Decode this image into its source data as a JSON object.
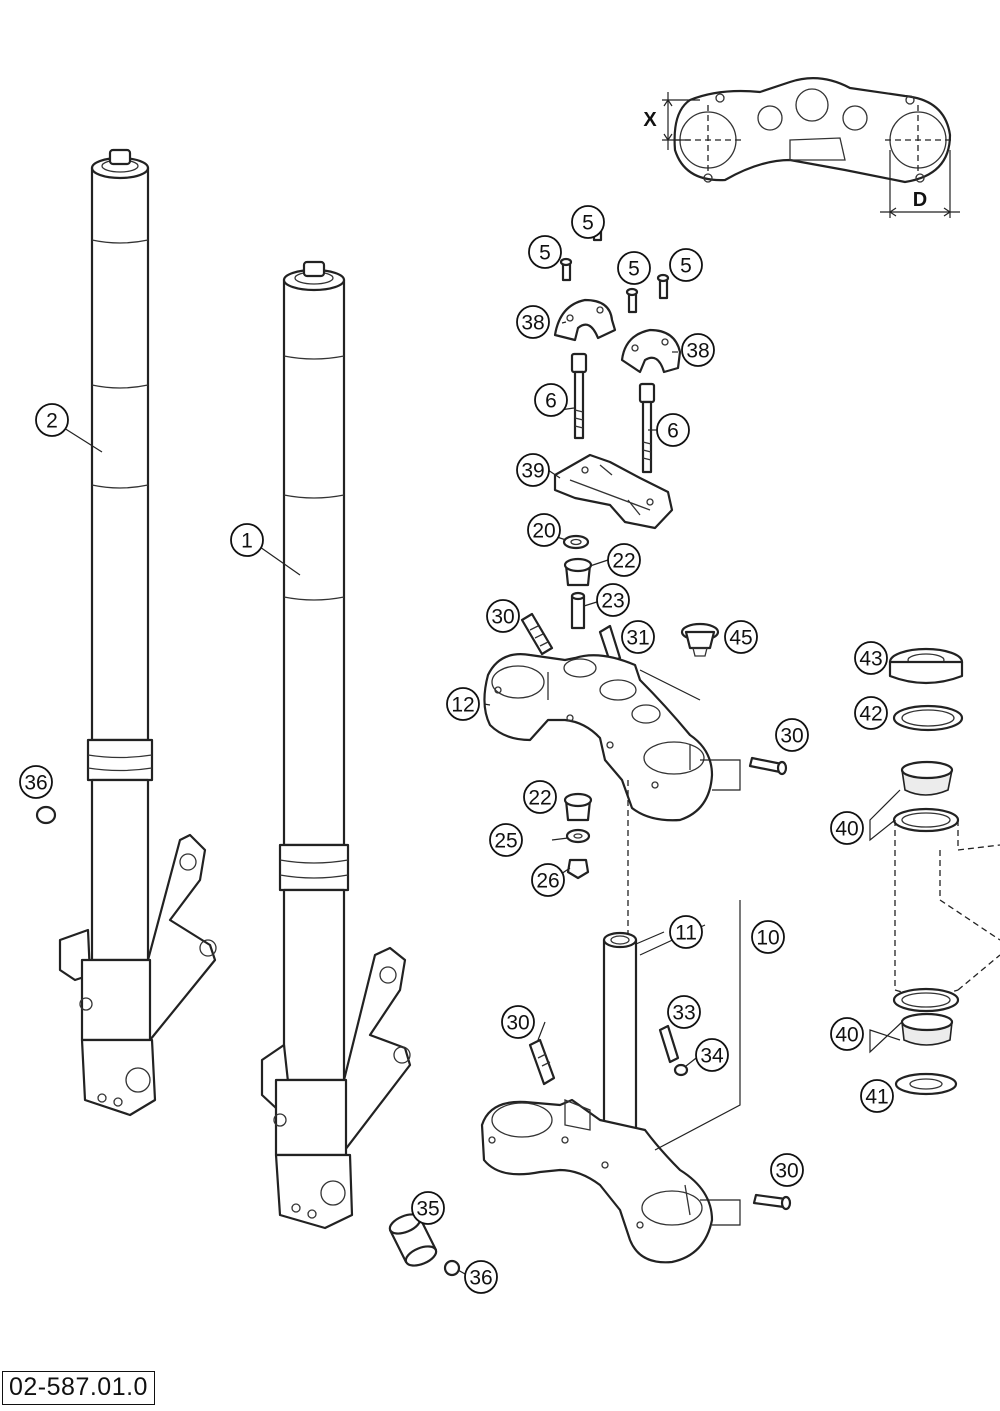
{
  "diagram": {
    "dimensions": {
      "x_label": "X",
      "d_label": "D"
    },
    "callouts": [
      {
        "id": "c-2",
        "label": "2"
      },
      {
        "id": "c-1",
        "label": "1"
      },
      {
        "id": "c-36a",
        "label": "36"
      },
      {
        "id": "c-5a",
        "label": "5"
      },
      {
        "id": "c-5b",
        "label": "5"
      },
      {
        "id": "c-5c",
        "label": "5"
      },
      {
        "id": "c-5d",
        "label": "5"
      },
      {
        "id": "c-38a",
        "label": "38"
      },
      {
        "id": "c-38b",
        "label": "38"
      },
      {
        "id": "c-6a",
        "label": "6"
      },
      {
        "id": "c-6b",
        "label": "6"
      },
      {
        "id": "c-39",
        "label": "39"
      },
      {
        "id": "c-20",
        "label": "20"
      },
      {
        "id": "c-22a",
        "label": "22"
      },
      {
        "id": "c-23",
        "label": "23"
      },
      {
        "id": "c-30a",
        "label": "30"
      },
      {
        "id": "c-31",
        "label": "31"
      },
      {
        "id": "c-45",
        "label": "45"
      },
      {
        "id": "c-12",
        "label": "12"
      },
      {
        "id": "c-30b",
        "label": "30"
      },
      {
        "id": "c-22b",
        "label": "22"
      },
      {
        "id": "c-25",
        "label": "25"
      },
      {
        "id": "c-26",
        "label": "26"
      },
      {
        "id": "c-11",
        "label": "11"
      },
      {
        "id": "c-10",
        "label": "10"
      },
      {
        "id": "c-30c",
        "label": "30"
      },
      {
        "id": "c-33",
        "label": "33"
      },
      {
        "id": "c-34",
        "label": "34"
      },
      {
        "id": "c-30d",
        "label": "30"
      },
      {
        "id": "c-35",
        "label": "35"
      },
      {
        "id": "c-36b",
        "label": "36"
      },
      {
        "id": "c-43",
        "label": "43"
      },
      {
        "id": "c-42",
        "label": "42"
      },
      {
        "id": "c-40a",
        "label": "40"
      },
      {
        "id": "c-40b",
        "label": "40"
      },
      {
        "id": "c-41",
        "label": "41"
      }
    ]
  },
  "footer": {
    "drawing_code": "02-587.01.0"
  }
}
